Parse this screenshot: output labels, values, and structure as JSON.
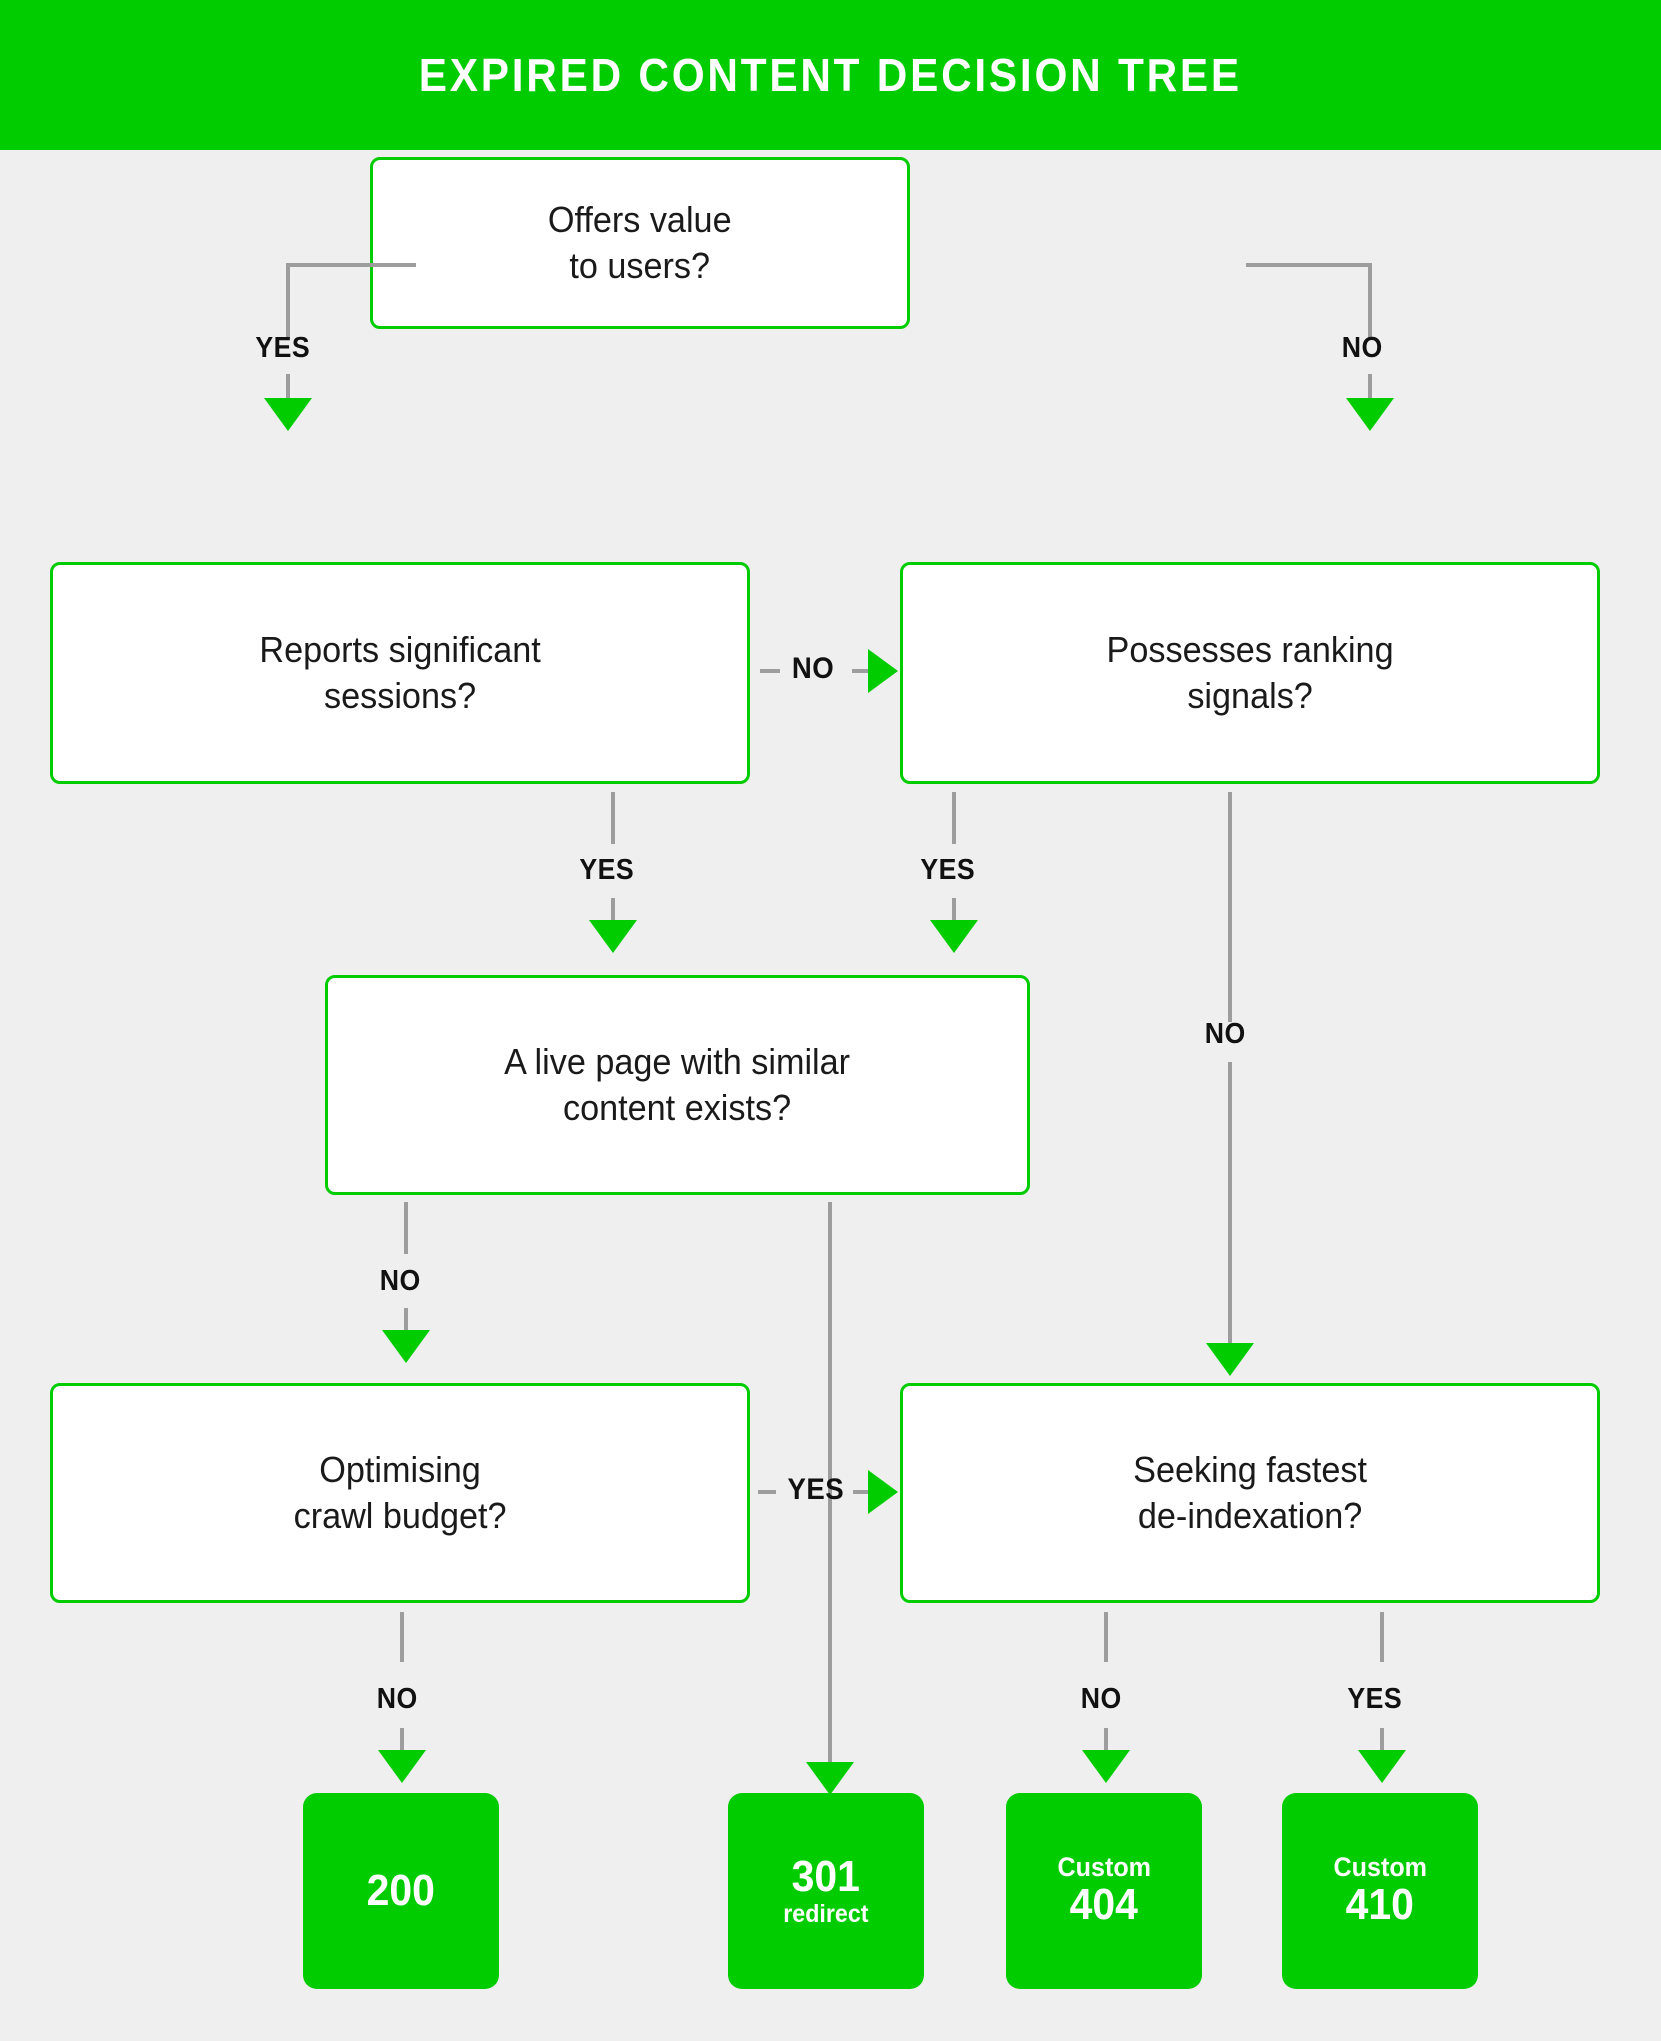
{
  "header": {
    "title": "Expired content decision tree",
    "background_color": "#00cc00",
    "text_color": "#ffffff"
  },
  "theme": {
    "page_background": "#efefef",
    "accent_green": "#00cc00",
    "connector_gray": "#9d9d9d",
    "box_fill": "#ffffff",
    "box_text": "#1a1a1a"
  },
  "chart_data": {
    "type": "diagram",
    "title": "Expired content decision tree",
    "nodes": [
      {
        "id": "offers-value",
        "kind": "decision",
        "label": "Offers value\nto users?"
      },
      {
        "id": "reports-sessions",
        "kind": "decision",
        "label": "Reports significant\nsessions?"
      },
      {
        "id": "ranking-signals",
        "kind": "decision",
        "label": "Possesses ranking\nsignals?"
      },
      {
        "id": "similar-content",
        "kind": "decision",
        "label": "A live page with similar\ncontent exists?"
      },
      {
        "id": "crawl-budget",
        "kind": "decision",
        "label": "Optimising\ncrawl budget?"
      },
      {
        "id": "de-indexation",
        "kind": "decision",
        "label": "Seeking fastest\nde-indexation?"
      },
      {
        "id": "result-200",
        "kind": "result",
        "code": "200",
        "sub": ""
      },
      {
        "id": "result-301",
        "kind": "result",
        "code": "301",
        "sub": "redirect"
      },
      {
        "id": "result-404",
        "kind": "result",
        "top": "Custom",
        "code": "404"
      },
      {
        "id": "result-410",
        "kind": "result",
        "top": "Custom",
        "code": "410"
      }
    ],
    "edges": [
      {
        "from": "offers-value",
        "to": "reports-sessions",
        "label": "YES"
      },
      {
        "from": "offers-value",
        "to": "ranking-signals",
        "label": "NO"
      },
      {
        "from": "reports-sessions",
        "to": "ranking-signals",
        "label": "NO"
      },
      {
        "from": "reports-sessions",
        "to": "similar-content",
        "label": "YES"
      },
      {
        "from": "ranking-signals",
        "to": "similar-content",
        "label": "YES"
      },
      {
        "from": "ranking-signals",
        "to": "de-indexation",
        "label": "NO"
      },
      {
        "from": "similar-content",
        "to": "crawl-budget",
        "label": "NO"
      },
      {
        "from": "similar-content",
        "to": "result-301",
        "label": "YES"
      },
      {
        "from": "crawl-budget",
        "to": "result-200",
        "label": "NO"
      },
      {
        "from": "crawl-budget",
        "to": "de-indexation",
        "label": "YES"
      },
      {
        "from": "de-indexation",
        "to": "result-404",
        "label": "NO"
      },
      {
        "from": "de-indexation",
        "to": "result-410",
        "label": "YES"
      }
    ]
  },
  "boxes": {
    "offers_value": "Offers value\nto users?",
    "reports_sessions": "Reports significant\nsessions?",
    "ranking_signals": "Possesses ranking\nsignals?",
    "similar_content": "A live page with similar\ncontent exists?",
    "crawl_budget": "Optimising\ncrawl budget?",
    "de_indexation": "Seeking fastest\nde-indexation?"
  },
  "results": {
    "r200": {
      "code": "200",
      "sub": ""
    },
    "r301": {
      "code": "301",
      "sub": "redirect"
    },
    "r404": {
      "top": "Custom",
      "code": "404"
    },
    "r410": {
      "top": "Custom",
      "code": "410"
    }
  },
  "labels": {
    "yes": "YES",
    "no": "NO",
    "root_yes": "YES",
    "root_no": "NO",
    "sessions_no": "NO",
    "sessions_yes": "YES",
    "signals_yes": "YES",
    "signals_no": "NO",
    "similar_no": "NO",
    "similar_yes": "YES",
    "crawl_no": "NO",
    "crawl_yes": "YES",
    "deindex_no": "NO",
    "deindex_yes": "YES"
  }
}
